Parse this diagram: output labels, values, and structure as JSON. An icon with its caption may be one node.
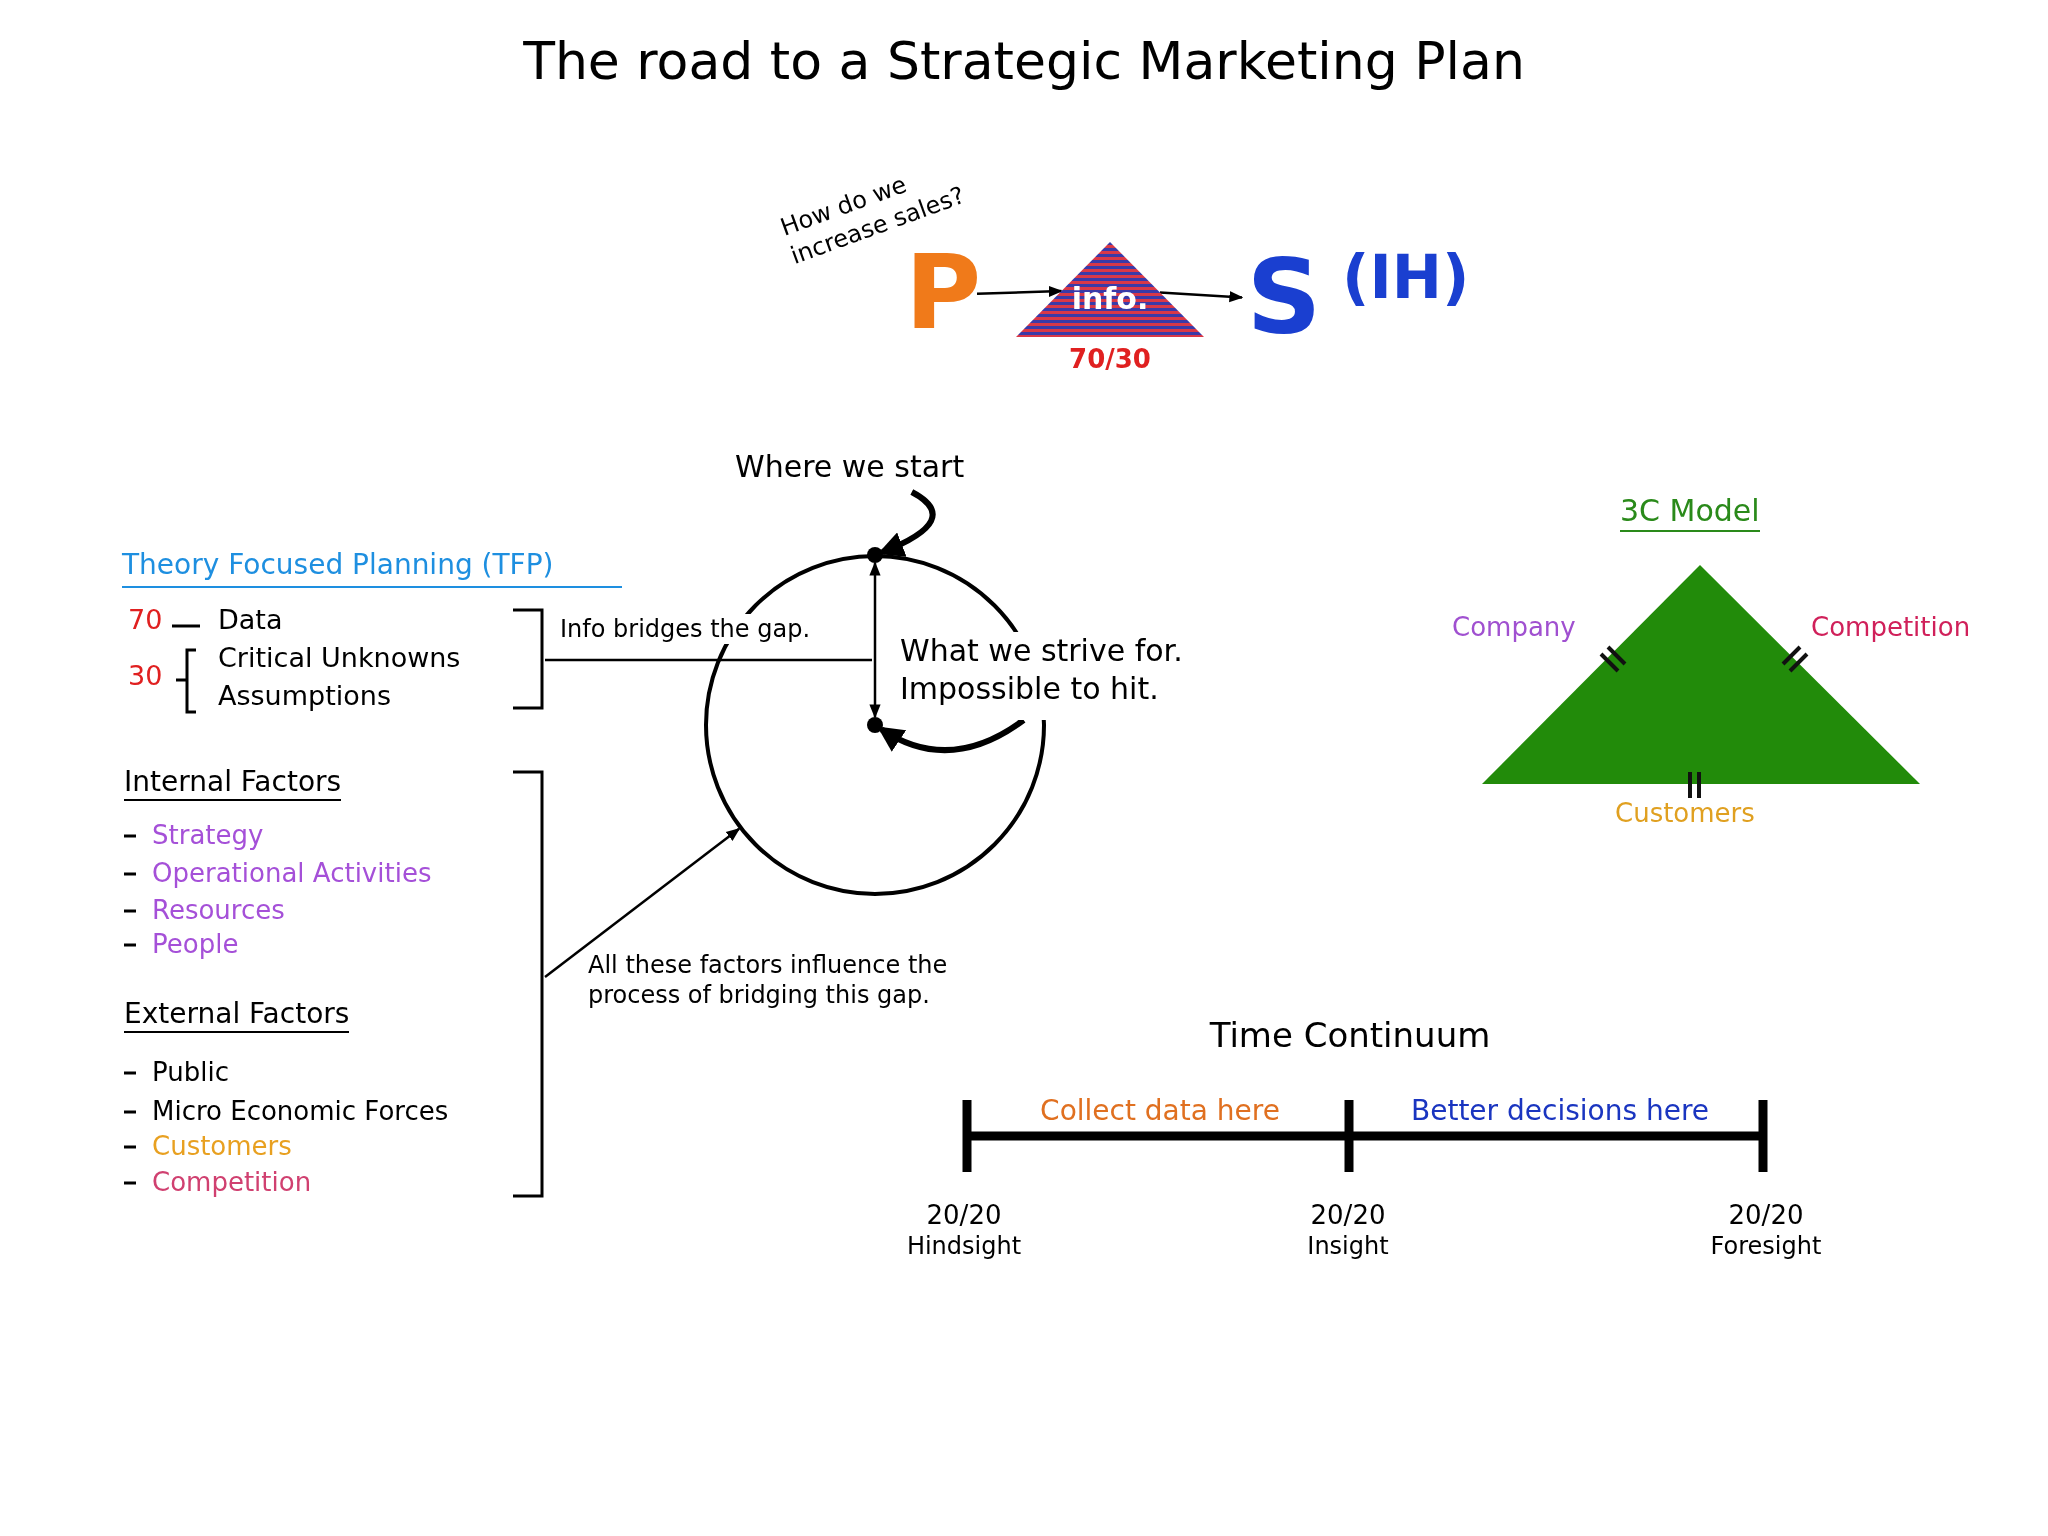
{
  "diagram": {
    "title": "The road to a Strategic Marketing Plan",
    "nodes": [
      {
        "text": [
          "P"
        ]
      },
      {
        "text": [
          "info."
        ],
        "beside": [
          "70/30"
        ]
      },
      {
        "text": [
          "S"
        ],
        "beside": [
          "(IH)"
        ]
      },
      {
        "text": [
          "Where we start"
        ]
      },
      {
        "text": [],
        "shape": "circle"
      },
      {
        "text": [],
        "shape": "circle"
      },
      {
        "text": [],
        "shape": "circle",
        "in": 4
      },
      {
        "text": [
          "What we strive for. Impossible to hit."
        ]
      },
      {
        "text": [
          "70",
          "Data",
          "30",
          "Critical Unknowns",
          "Assumptions"
        ]
      },
      {
        "text": [
          "Internal Factors",
          "Strategy",
          "Operational Activities",
          "Resources",
          "People",
          "External Factors",
          "Public",
          "Micro Economic Forces",
          "Customers",
          "Competition"
        ]
      },
      {
        "text": [
          "3C Model"
        ],
        "beside": [
          "Company",
          "Competition",
          "Customers"
        ]
      }
    ],
    "edges": [
      {
        "from": 0,
        "to": 1,
        "arrow": "to"
      },
      {
        "from": 1,
        "to": 2,
        "arrow": "to"
      },
      {
        "from": 3,
        "to": 5,
        "arrow": "to",
        "style": "thick"
      },
      {
        "from": 7,
        "to": 6,
        "arrow": "to",
        "style": "thick"
      },
      {
        "from": 5,
        "to": 6,
        "arrow": "both"
      },
      {
        "from": 8,
        "to": null,
        "arrow": "none",
        "label": "Info bridges the gap."
      },
      {
        "from": 9,
        "to": 4,
        "arrow": "to",
        "label": "All these factors influence the process of bridging this gap."
      }
    ],
    "labels": [
      "How do we increase sales?",
      "Theory Focused Planning (TFP)",
      "Time Continuum",
      "Collect data here",
      "Better decisions here",
      "20/20",
      "Hindsight",
      "20/20",
      "Insight",
      "20/20",
      "Foresight"
    ]
  }
}
